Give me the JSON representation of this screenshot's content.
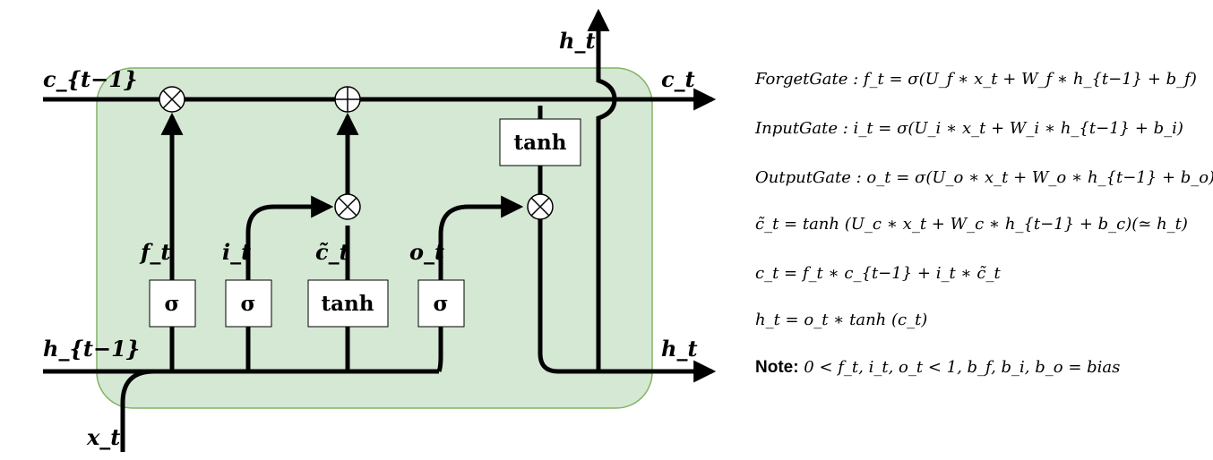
{
  "diagram": {
    "labels": {
      "c_prev": "c_{t−1}",
      "c_t": "c_t",
      "h_top": "h_t",
      "h_prev": "h_{t−1}",
      "h_out": "h_t",
      "x_t": "x_t",
      "f_t": "f_t",
      "i_t": "i_t",
      "c_tilde": "c̃_t",
      "o_t": "o_t"
    },
    "boxes": {
      "sigma_forget": "σ",
      "sigma_input": "σ",
      "tanh_candidate": "tanh",
      "sigma_output": "σ",
      "tanh_cell": "tanh"
    },
    "colors": {
      "cell_fill": "#d5e8d4",
      "cell_border": "#82b366",
      "line": "#000000"
    }
  },
  "equations": {
    "forget": "ForgetGate : f_t = σ(U_f ∗ x_t + W_f ∗ h_{t−1} + b_f)",
    "input": "InputGate : i_t = σ(U_i ∗ x_t + W_i ∗ h_{t−1} + b_i)",
    "output": "OutputGate : o_t = σ(U_o ∗ x_t + W_o ∗ h_{t−1} + b_o)",
    "candidate": "c̃_t = tanh (U_c ∗ x_t + W_c ∗ h_{t−1} + b_c)(≃ h_t)",
    "cell": "c_t = f_t ∗ c_{t−1} + i_t ∗ c̃_t",
    "hidden": "h_t = o_t ∗ tanh (c_t)",
    "note_label": "Note:",
    "note_text": "0 < f_t, i_t, o_t < 1, b_f, b_i, b_o = bias"
  }
}
